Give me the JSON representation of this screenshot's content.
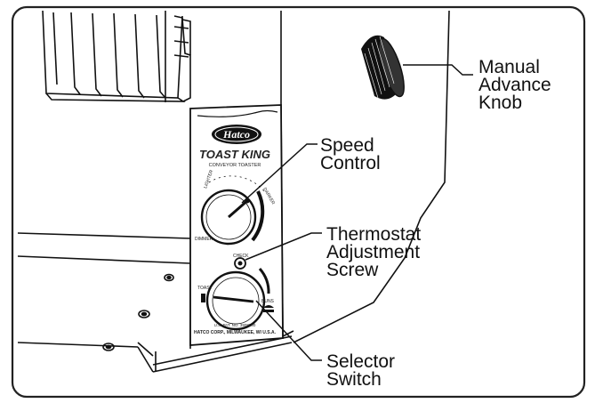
{
  "brand": {
    "logo_text": "Hatco",
    "product_name": "TOAST KING",
    "product_subtitle": "CONVEYOR TOASTER",
    "footer_line1": "U.S. PAT. NO. 3908000",
    "footer_line2": "HATCO CORP., MILWAUKEE, WI U.S.A."
  },
  "dial_labels": {
    "speed_left": "LIGHTER",
    "speed_right": "DARKER",
    "speed_bottom_left": "DIMMER",
    "selector_left": "TOAST",
    "selector_right": "BUNS",
    "selector_top": "CHECK"
  },
  "callouts": {
    "manual_advance_knob": [
      "Manual",
      "Advance",
      "Knob"
    ],
    "speed_control": [
      "Speed",
      "Control"
    ],
    "thermostat_adjustment_screw": [
      "Thermostat",
      "Adjustment",
      "Screw"
    ],
    "selector_switch": [
      "Selector",
      "Switch"
    ]
  },
  "colors": {
    "line": "#111111",
    "frame": "#222222",
    "background": "#ffffff"
  }
}
